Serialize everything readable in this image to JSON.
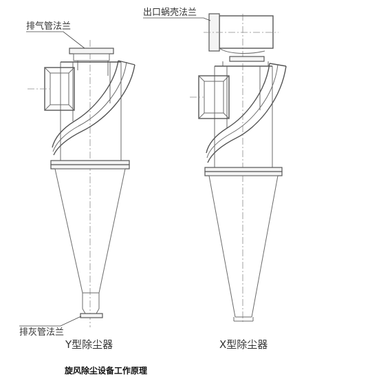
{
  "labels": {
    "exhaust_flange": "排气管法兰",
    "outlet_volute_flange": "出口蜗壳法兰",
    "ash_flange": "排灰管法兰",
    "y_type": "Y型除尘器",
    "x_type": "X型除尘器"
  },
  "caption": "旋风除尘设备工作原理"
}
